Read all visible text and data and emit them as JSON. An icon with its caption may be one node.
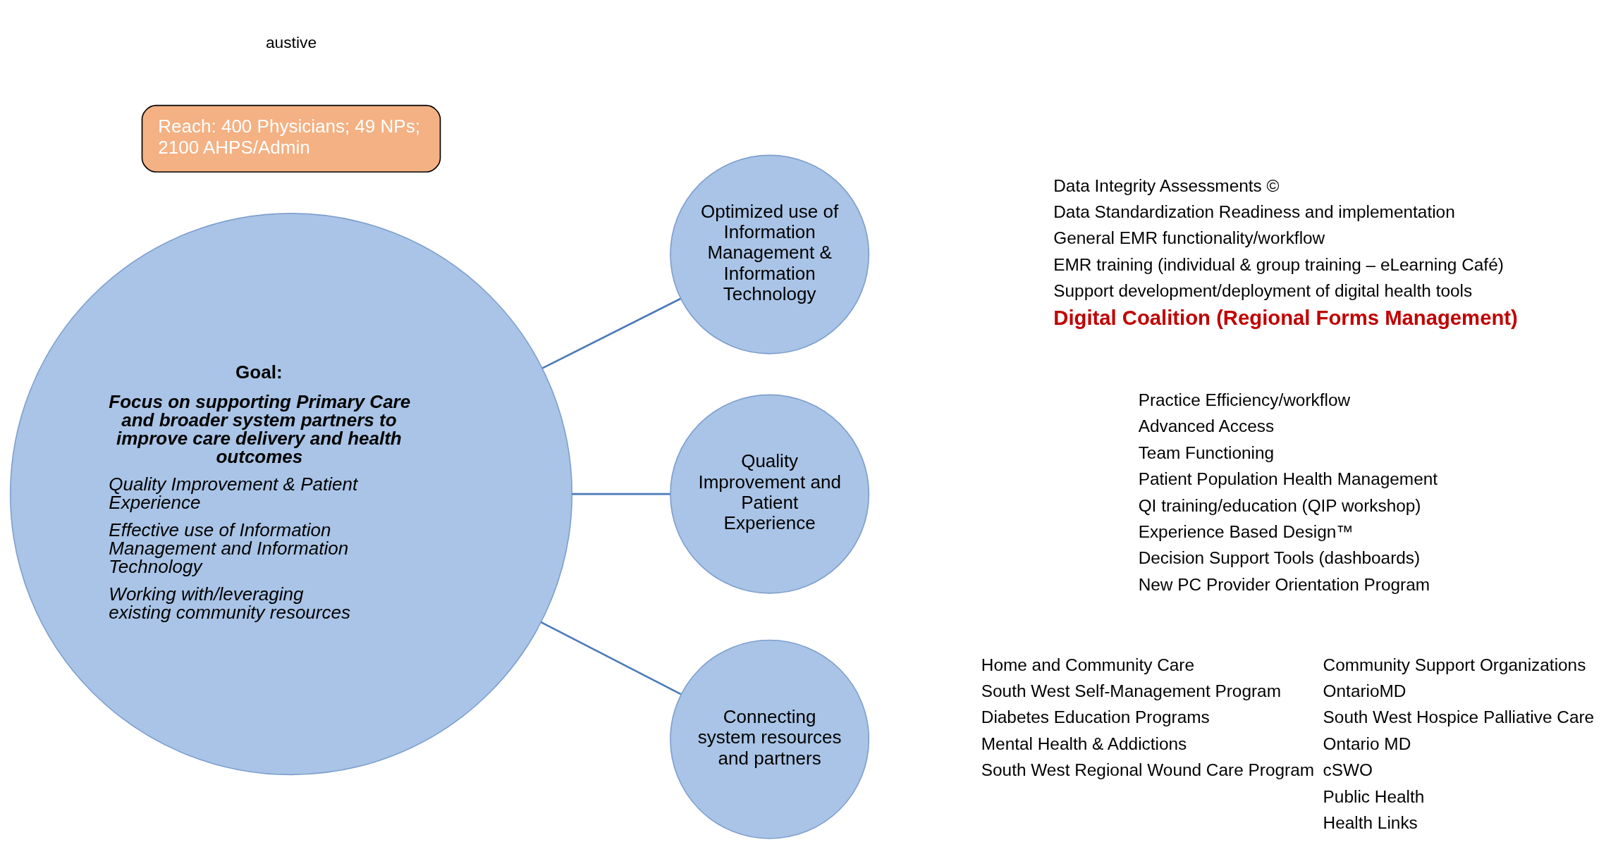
{
  "diagram": {
    "nodes": [
      {
        "text": [
          "Goal:",
          "Focus on supporting Primary Care and broader system partners to improve care delivery and health outcomes",
          "Quality Improvement & Patient Experience",
          "Effective use of Information Management and Information Technology",
          "Working with/leveraging existing community resources"
        ]
      },
      {
        "text": [
          "Reach: 400 Physicians; 49 NPs; 2100 AHPS/Admin"
        ]
      },
      {
        "text": [
          "Optimized use of Information Management & Information Technology"
        ],
        "beside": [
          "Data Integrity Assessments ©",
          "Data Standardization Readiness and implementation",
          "General EMR functionality/workflow",
          "EMR training (individual & group training – eLearning Café)",
          "Support development/deployment of digital health tools",
          "Digital Coalition (Regional Forms Management)"
        ]
      },
      {
        "text": [
          "Quality Improvement and Patient Experience"
        ],
        "beside": [
          "Practice Efficiency/workflow",
          "Advanced Access",
          "Team Functioning",
          "Patient Population Health Management",
          "QI training/education (QIP workshop)",
          "Experience Based Design™",
          "Decision Support Tools (dashboards)",
          "New PC Provider Orientation Program"
        ]
      },
      {
        "text": [
          "Connecting system resources and partners"
        ],
        "beside": [
          "Home and Community Care",
          "South West Self-Management Program",
          "Diabetes Education Programs",
          "Mental Health & Addictions",
          "South West Regional Wound Care Program",
          "Community Support Organizations",
          "OntarioMD",
          "South West Hospice Palliative Care",
          "Ontario MD",
          "cSWO",
          "Public Health",
          "Health Links"
        ]
      }
    ],
    "edges": [
      {
        "from": 0,
        "to": 2,
        "arrow": "none"
      },
      {
        "from": 0,
        "to": 3,
        "arrow": "none"
      },
      {
        "from": 0,
        "to": 4,
        "arrow": "none"
      }
    ],
    "labels": [
      "austive"
    ]
  }
}
